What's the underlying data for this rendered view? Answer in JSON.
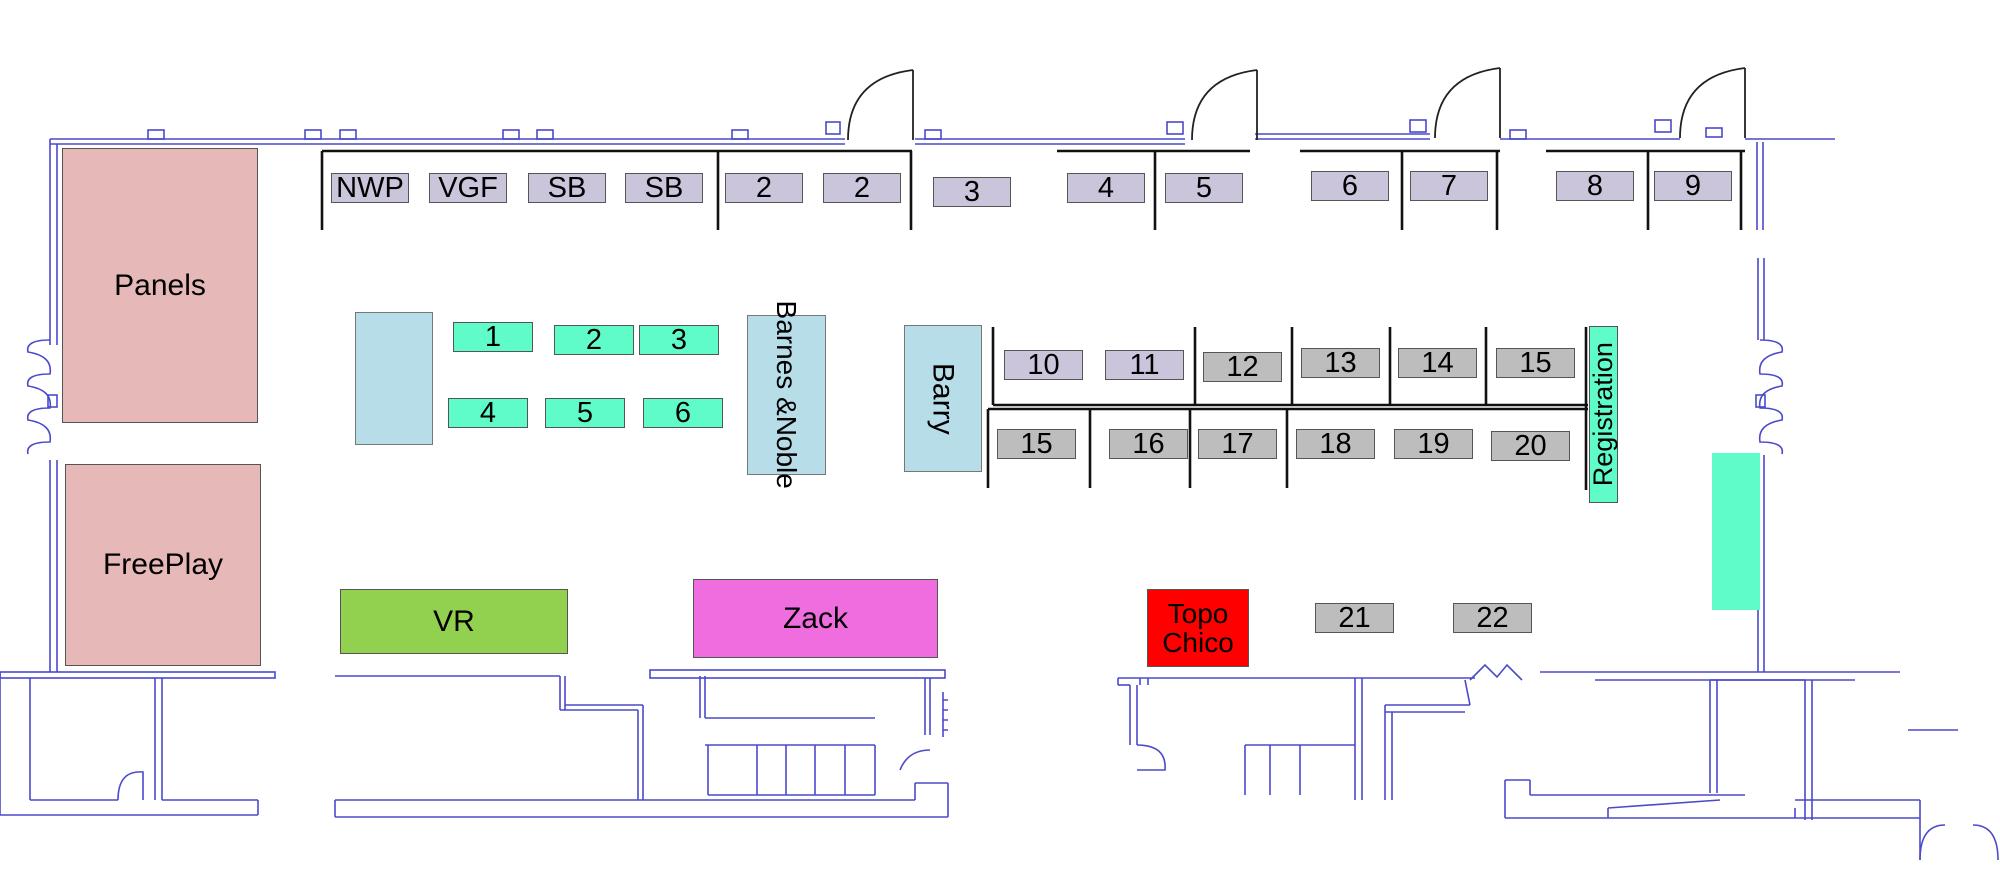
{
  "areas": {
    "panels": "Panels",
    "freeplay": "FreePlay",
    "vr": "VR",
    "zack": "Zack",
    "topo_chico": "Topo\nChico",
    "barnes_noble": "Barnes\n&Noble",
    "barry": "Barry",
    "registration": "Registration"
  },
  "top_row": [
    "NWP",
    "VGF",
    "SB",
    "SB",
    "2",
    "2",
    "3",
    "4",
    "5",
    "6",
    "7",
    "8",
    "9"
  ],
  "mint_tables": [
    "1",
    "2",
    "3",
    "4",
    "5",
    "6"
  ],
  "row_upper": [
    "10",
    "11",
    "12",
    "13",
    "14",
    "15"
  ],
  "row_lower": [
    "15",
    "16",
    "17",
    "18",
    "19",
    "20"
  ],
  "bottom_tables": [
    "21",
    "22"
  ],
  "colors": {
    "booth": "#cbc5dc",
    "gray_table": "#bdbdbd",
    "mint_table": "#5ffbc8",
    "light_blue": "#b7dde8",
    "panels_pink": "#e6b8b7",
    "vr_green": "#92d050",
    "zack_magenta": "#f06de0",
    "topo_red": "#ff0000",
    "wall_blue": "#4a4acb"
  }
}
